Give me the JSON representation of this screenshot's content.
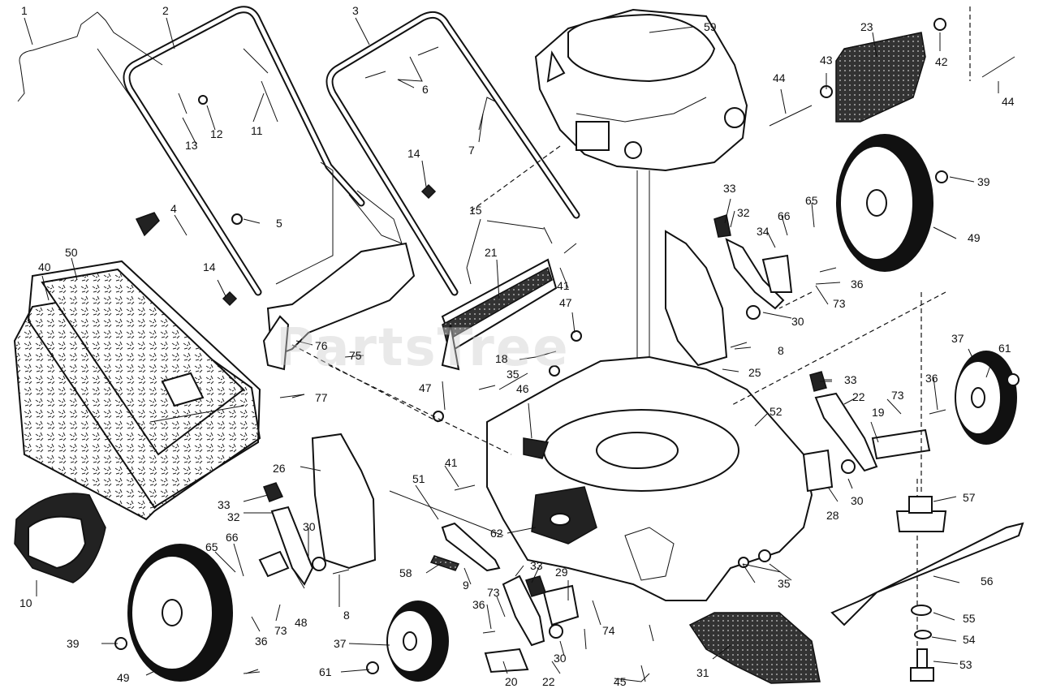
{
  "watermark": "PartsTree",
  "callouts": [
    {
      "id": "c1",
      "label": "1"
    },
    {
      "id": "c2",
      "label": "2"
    },
    {
      "id": "c3",
      "label": "3"
    },
    {
      "id": "c4",
      "label": "4"
    },
    {
      "id": "c5",
      "label": "5"
    },
    {
      "id": "c6",
      "label": "6"
    },
    {
      "id": "c7",
      "label": "7"
    },
    {
      "id": "c8a",
      "label": "8"
    },
    {
      "id": "c8b",
      "label": "8"
    },
    {
      "id": "c9",
      "label": "9"
    },
    {
      "id": "c10",
      "label": "10"
    },
    {
      "id": "c11",
      "label": "11"
    },
    {
      "id": "c12",
      "label": "12"
    },
    {
      "id": "c13",
      "label": "13"
    },
    {
      "id": "c14a",
      "label": "14"
    },
    {
      "id": "c14b",
      "label": "14"
    },
    {
      "id": "c15",
      "label": "15"
    },
    {
      "id": "c18",
      "label": "18"
    },
    {
      "id": "c19",
      "label": "19"
    },
    {
      "id": "c20",
      "label": "20"
    },
    {
      "id": "c21",
      "label": "21"
    },
    {
      "id": "c22a",
      "label": "22"
    },
    {
      "id": "c22b",
      "label": "22"
    },
    {
      "id": "c23",
      "label": "23"
    },
    {
      "id": "c25",
      "label": "25"
    },
    {
      "id": "c26",
      "label": "26"
    },
    {
      "id": "c28",
      "label": "28"
    },
    {
      "id": "c29",
      "label": "29"
    },
    {
      "id": "c30a",
      "label": "30"
    },
    {
      "id": "c30b",
      "label": "30"
    },
    {
      "id": "c30c",
      "label": "30"
    },
    {
      "id": "c30d",
      "label": "30"
    },
    {
      "id": "c31",
      "label": "31"
    },
    {
      "id": "c32a",
      "label": "32"
    },
    {
      "id": "c32b",
      "label": "32"
    },
    {
      "id": "c33a",
      "label": "33"
    },
    {
      "id": "c33b",
      "label": "33"
    },
    {
      "id": "c33c",
      "label": "33"
    },
    {
      "id": "c33d",
      "label": "33"
    },
    {
      "id": "c34",
      "label": "34"
    },
    {
      "id": "c35a",
      "label": "35"
    },
    {
      "id": "c35b",
      "label": "35"
    },
    {
      "id": "c36a",
      "label": "36"
    },
    {
      "id": "c36b",
      "label": "36"
    },
    {
      "id": "c36c",
      "label": "36"
    },
    {
      "id": "c36d",
      "label": "36"
    },
    {
      "id": "c37a",
      "label": "37"
    },
    {
      "id": "c37b",
      "label": "37"
    },
    {
      "id": "c39a",
      "label": "39"
    },
    {
      "id": "c39b",
      "label": "39"
    },
    {
      "id": "c40",
      "label": "40"
    },
    {
      "id": "c41a",
      "label": "41"
    },
    {
      "id": "c41b",
      "label": "41"
    },
    {
      "id": "c42",
      "label": "42"
    },
    {
      "id": "c43",
      "label": "43"
    },
    {
      "id": "c44a",
      "label": "44"
    },
    {
      "id": "c44b",
      "label": "44"
    },
    {
      "id": "c45",
      "label": "45"
    },
    {
      "id": "c46",
      "label": "46"
    },
    {
      "id": "c47a",
      "label": "47"
    },
    {
      "id": "c47b",
      "label": "47"
    },
    {
      "id": "c48",
      "label": "48"
    },
    {
      "id": "c49a",
      "label": "49"
    },
    {
      "id": "c49b",
      "label": "49"
    },
    {
      "id": "c50",
      "label": "50"
    },
    {
      "id": "c51",
      "label": "51"
    },
    {
      "id": "c52",
      "label": "52"
    },
    {
      "id": "c53",
      "label": "53"
    },
    {
      "id": "c54",
      "label": "54"
    },
    {
      "id": "c55",
      "label": "55"
    },
    {
      "id": "c56",
      "label": "56"
    },
    {
      "id": "c57",
      "label": "57"
    },
    {
      "id": "c58",
      "label": "58"
    },
    {
      "id": "c59",
      "label": "59"
    },
    {
      "id": "c61a",
      "label": "61"
    },
    {
      "id": "c61b",
      "label": "61"
    },
    {
      "id": "c62",
      "label": "62"
    },
    {
      "id": "c65a",
      "label": "65"
    },
    {
      "id": "c65b",
      "label": "65"
    },
    {
      "id": "c66a",
      "label": "66"
    },
    {
      "id": "c66b",
      "label": "66"
    },
    {
      "id": "c73a",
      "label": "73"
    },
    {
      "id": "c73b",
      "label": "73"
    },
    {
      "id": "c73c",
      "label": "73"
    },
    {
      "id": "c73d",
      "label": "73"
    },
    {
      "id": "c74",
      "label": "74"
    },
    {
      "id": "c75",
      "label": "75"
    },
    {
      "id": "c76",
      "label": "76"
    },
    {
      "id": "c77",
      "label": "77"
    }
  ]
}
